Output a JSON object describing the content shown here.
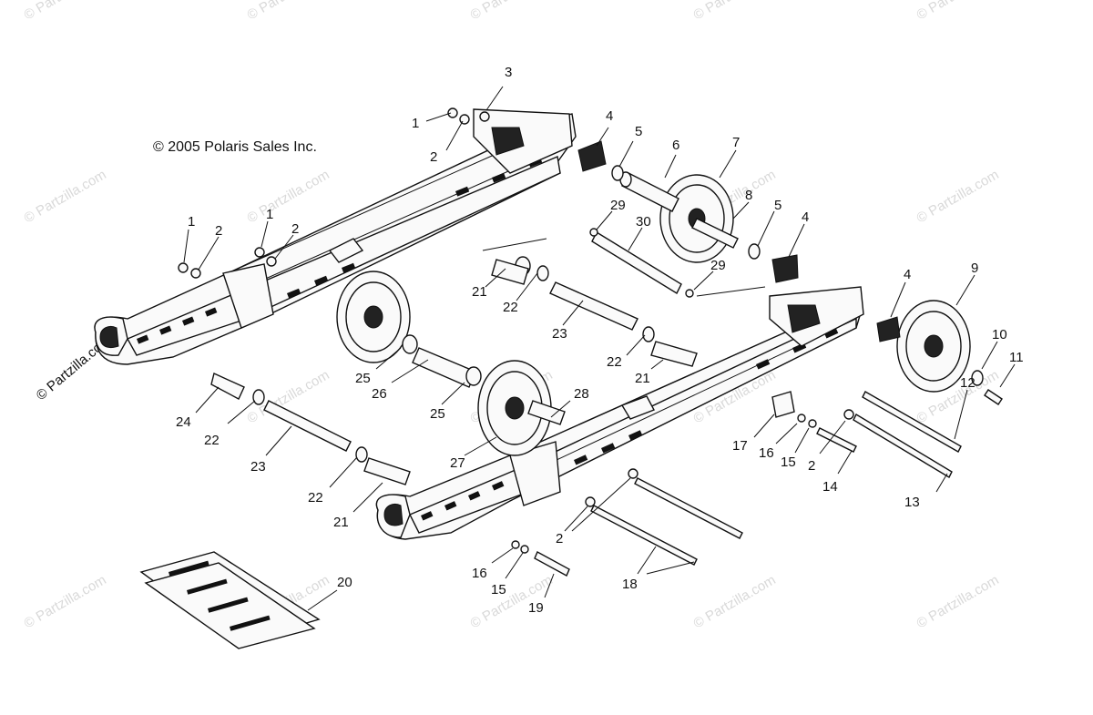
{
  "copyright": "© 2005 Polaris Sales Inc.",
  "watermark": "© Partzilla.com",
  "callouts": [
    {
      "id": "c1a",
      "label": "1"
    },
    {
      "id": "c2a",
      "label": "2"
    },
    {
      "id": "c3",
      "label": "3"
    },
    {
      "id": "c4a",
      "label": "4"
    },
    {
      "id": "c5a",
      "label": "5"
    },
    {
      "id": "c6",
      "label": "6"
    },
    {
      "id": "c7",
      "label": "7"
    },
    {
      "id": "c8",
      "label": "8"
    },
    {
      "id": "c29a",
      "label": "29"
    },
    {
      "id": "c30",
      "label": "30"
    },
    {
      "id": "c5b",
      "label": "5"
    },
    {
      "id": "c4b",
      "label": "4"
    },
    {
      "id": "c29b",
      "label": "29"
    },
    {
      "id": "c1b",
      "label": "1"
    },
    {
      "id": "c2b",
      "label": "2"
    },
    {
      "id": "c1c",
      "label": "1"
    },
    {
      "id": "c2c",
      "label": "2"
    },
    {
      "id": "c4c",
      "label": "4"
    },
    {
      "id": "c9",
      "label": "9"
    },
    {
      "id": "c10",
      "label": "10"
    },
    {
      "id": "c11",
      "label": "11"
    },
    {
      "id": "c12",
      "label": "12"
    },
    {
      "id": "c21a",
      "label": "21"
    },
    {
      "id": "c22a",
      "label": "22"
    },
    {
      "id": "c23a",
      "label": "23"
    },
    {
      "id": "c22b",
      "label": "22"
    },
    {
      "id": "c21b",
      "label": "21"
    },
    {
      "id": "c25a",
      "label": "25"
    },
    {
      "id": "c26",
      "label": "26"
    },
    {
      "id": "c25b",
      "label": "25"
    },
    {
      "id": "c28",
      "label": "28"
    },
    {
      "id": "c27",
      "label": "27"
    },
    {
      "id": "c24",
      "label": "24"
    },
    {
      "id": "c22c",
      "label": "22"
    },
    {
      "id": "c23b",
      "label": "23"
    },
    {
      "id": "c22d",
      "label": "22"
    },
    {
      "id": "c21c",
      "label": "21"
    },
    {
      "id": "c17",
      "label": "17"
    },
    {
      "id": "c16a",
      "label": "16"
    },
    {
      "id": "c15a",
      "label": "15"
    },
    {
      "id": "c2d",
      "label": "2"
    },
    {
      "id": "c14",
      "label": "14"
    },
    {
      "id": "c13",
      "label": "13"
    },
    {
      "id": "c2e",
      "label": "2"
    },
    {
      "id": "c18",
      "label": "18"
    },
    {
      "id": "c16b",
      "label": "16"
    },
    {
      "id": "c15b",
      "label": "15"
    },
    {
      "id": "c19",
      "label": "19"
    },
    {
      "id": "c20",
      "label": "20"
    }
  ]
}
